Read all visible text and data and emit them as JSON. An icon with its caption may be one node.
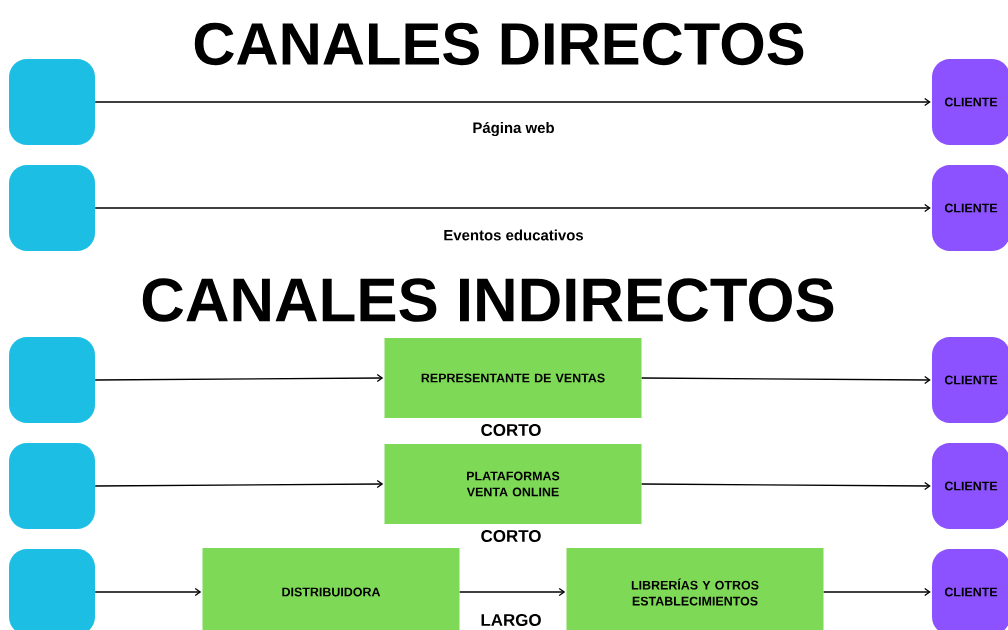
{
  "diagram": {
    "title": "CANALES DIRECTOS",
    "nodes": [
      {
        "text": [],
        "shape": "box"
      },
      {
        "text": [
          "CLIENTE"
        ]
      },
      {
        "text": [],
        "shape": "box"
      },
      {
        "text": [
          "CLIENTE"
        ]
      },
      {
        "text": [],
        "shape": "box"
      },
      {
        "text": [
          "REPRESENTANTE DE VENTAS"
        ]
      },
      {
        "text": [
          "CLIENTE"
        ]
      },
      {
        "text": [],
        "shape": "box"
      },
      {
        "text": [
          "PLATAFORMAS VENTA ONLINE"
        ]
      },
      {
        "text": [
          "CLIENTE"
        ]
      },
      {
        "text": [],
        "shape": "box"
      },
      {
        "text": [
          "DISTRIBUIDORA"
        ]
      },
      {
        "text": [
          "LIBRERÍAS Y OTROS ESTABLECIMIENTOS"
        ]
      },
      {
        "text": [
          "CLIENTE"
        ]
      }
    ],
    "edges": [
      {
        "from": 0,
        "to": 1,
        "arrow": "to",
        "label": "Página web"
      },
      {
        "from": 2,
        "to": 3,
        "arrow": "to",
        "label": "Eventos educativos"
      },
      {
        "from": 4,
        "to": 5,
        "arrow": "to"
      },
      {
        "from": 5,
        "to": 6,
        "arrow": "to"
      },
      {
        "from": 7,
        "to": 8,
        "arrow": "to"
      },
      {
        "from": 8,
        "to": 9,
        "arrow": "to"
      },
      {
        "from": 10,
        "to": 11,
        "arrow": "to"
      },
      {
        "from": 11,
        "to": 12,
        "arrow": "to"
      },
      {
        "from": 12,
        "to": 13,
        "arrow": "to"
      }
    ],
    "labels": [
      "CANALES INDIRECTOS",
      "CORTO",
      "CORTO",
      "LARGO"
    ]
  }
}
